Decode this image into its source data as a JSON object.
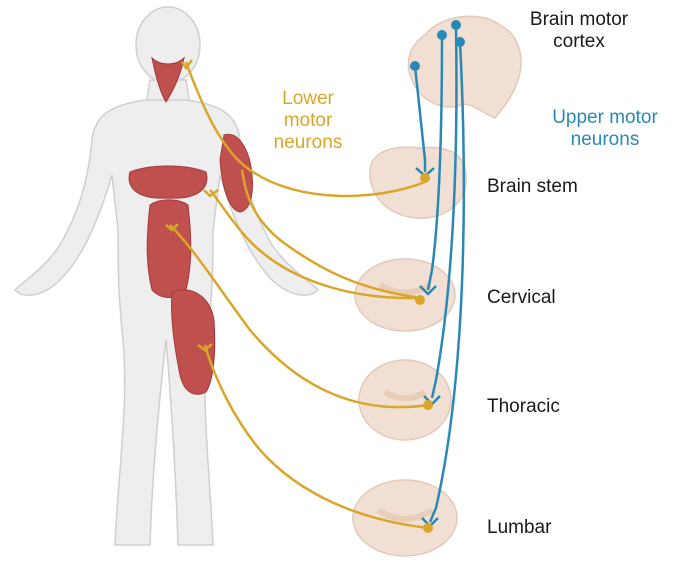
{
  "labels": {
    "brain_motor_cortex_line1": "Brain motor",
    "brain_motor_cortex_line2": "cortex",
    "upper_motor_line1": "Upper motor",
    "upper_motor_line2": "neurons",
    "lower_motor_line1": "Lower",
    "lower_motor_line2": "motor",
    "lower_motor_line3": "neurons",
    "brain_stem": "Brain stem",
    "cervical": "Cervical",
    "thoracic": "Thoracic",
    "lumbar": "Lumbar"
  },
  "colors": {
    "upper_motor_neuron": "#2a88b4",
    "lower_motor_neuron": "#d9a62a",
    "muscle": "#c0504d",
    "brain": "#f2dfd3",
    "body": "#eeeeee"
  }
}
